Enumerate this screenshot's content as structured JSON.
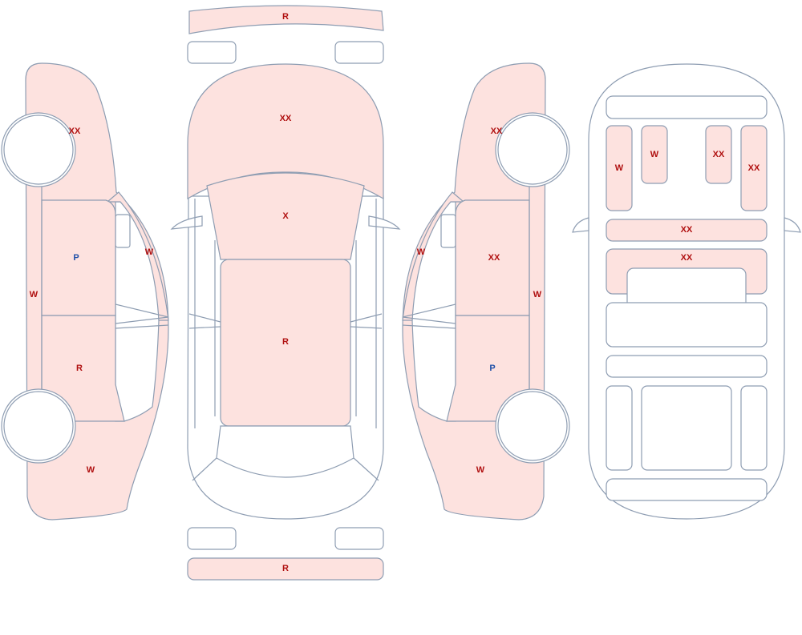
{
  "legend_colors": {
    "damaged_panel_fill": "#fde2df",
    "outline": "#8e9db2",
    "damage_code_text": "#b01010",
    "paint_code_text": "#1f4fa8"
  },
  "top_view": {
    "front_bumper": "R",
    "hood": "XX",
    "windshield": "X",
    "roof": "R",
    "rear_bumper": "R"
  },
  "left_side": {
    "front_fender": "XX",
    "rocker_panel": "W",
    "front_door": "P",
    "rear_door": "R",
    "a_pillar": "W",
    "rear_quarter": "W"
  },
  "right_side": {
    "front_fender": "XX",
    "a_pillar": "W",
    "front_door": "XX",
    "rocker_panel": "W",
    "rear_door": "P",
    "rear_quarter": "W"
  },
  "underbody": {
    "left_front_rail": "W",
    "left_inner_rail": "W",
    "right_inner_rail": "XX",
    "right_front_rail": "XX",
    "front_crossmember": "XX",
    "floor_pan": "XX"
  }
}
